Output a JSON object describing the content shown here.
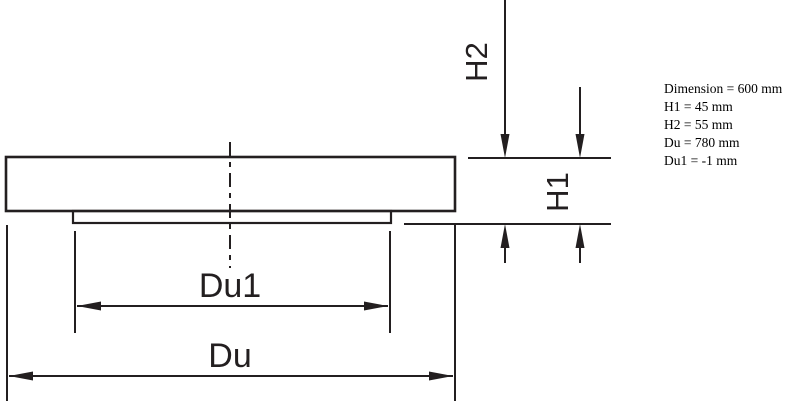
{
  "diagram": {
    "labels": {
      "h2": "H2",
      "h1": "H1",
      "du1": "Du1",
      "du": "Du"
    },
    "annotations": {
      "lines": [
        "Dimension = 600 mm",
        "H1 = 45 mm",
        "H2 = 55 mm",
        "Du = 780 mm",
        "Du1 = -1 mm"
      ]
    },
    "colors": {
      "line": "#231f20",
      "background": "#ffffff"
    }
  }
}
